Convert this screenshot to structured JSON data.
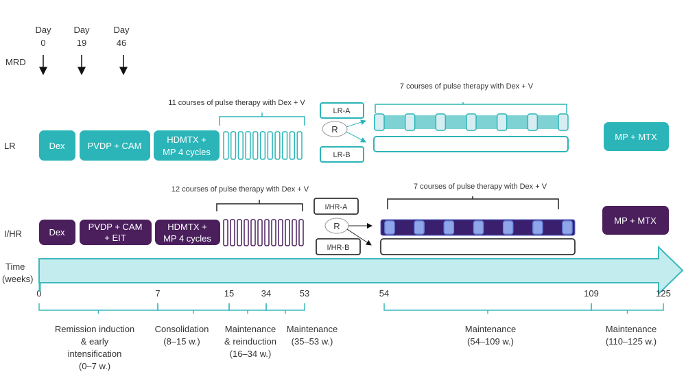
{
  "colors": {
    "teal": "#2bb5b8",
    "purple": "#4a1f5c",
    "arrow_fill": "#c3ecee",
    "arrow_stroke": "#3bb8bc"
  },
  "days": [
    {
      "label": "Day",
      "value": "0"
    },
    {
      "label": "Day",
      "value": "19"
    },
    {
      "label": "Day",
      "value": "46"
    }
  ],
  "mrd_label": "MRD",
  "lr": {
    "row_label": "LR",
    "blocks": [
      "Dex",
      "PVDP + CAM",
      "HDMTX +",
      "MP 4 cycles"
    ],
    "pulse_label": "11 courses of pulse therapy with Dex + V",
    "arm_a": "LR-A",
    "arm_b": "LR-B",
    "randomize": "R",
    "later_pulse_label": "7 courses of pulse therapy with Dex + V",
    "final": "MP + MTX"
  },
  "ihr": {
    "row_label": "I/HR",
    "blocks": [
      "Dex",
      "PVDP + CAM",
      "+ EIT",
      "HDMTX +",
      "MP 4 cycles"
    ],
    "pulse_label": "12 courses of pulse therapy with Dex + V",
    "arm_a": "I/HR-A",
    "arm_b": "I/HR-B",
    "randomize": "R",
    "later_pulse_label": "7 courses of pulse therapy with Dex + V",
    "final": "MP + MTX"
  },
  "time_label": [
    "Time",
    "(weeks)"
  ],
  "ticks": [
    "0",
    "7",
    "15",
    "34",
    "53",
    "54",
    "109",
    "125"
  ],
  "phases": [
    {
      "lines": [
        "Remission induction",
        "& early",
        "intensification",
        "(0–7 w.)"
      ]
    },
    {
      "lines": [
        "Consolidation",
        "(8–15 w.)"
      ]
    },
    {
      "lines": [
        "Maintenance",
        "& reinduction",
        "(16–34 w.)"
      ]
    },
    {
      "lines": [
        "Maintenance",
        "(35–53 w.)"
      ]
    },
    {
      "lines": [
        "Maintenance",
        "(54–109 w.)"
      ]
    },
    {
      "lines": [
        "Maintenance",
        "(110–125 w.)"
      ]
    }
  ]
}
